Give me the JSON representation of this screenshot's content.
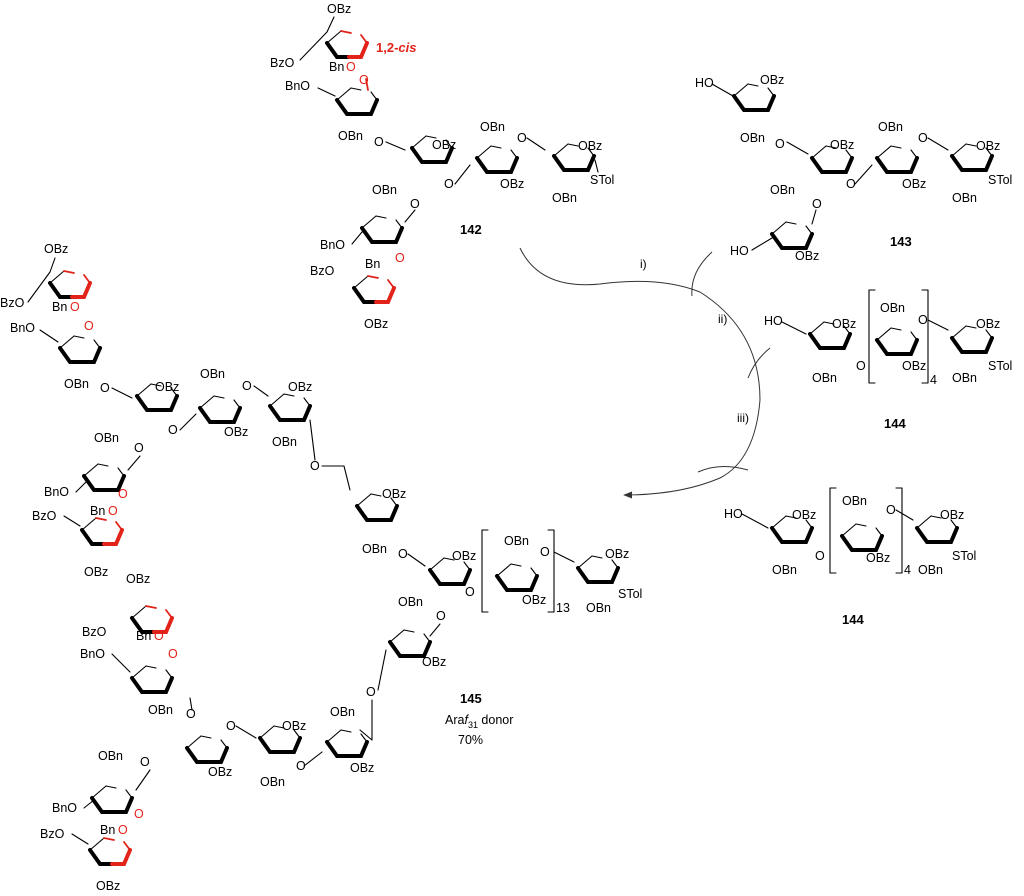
{
  "compounds": [
    {
      "id": "142",
      "label": "142"
    },
    {
      "id": "143",
      "label": "143"
    },
    {
      "id": "144a",
      "label": "144",
      "repeat": "4"
    },
    {
      "id": "144b",
      "label": "144",
      "repeat": "4"
    },
    {
      "id": "145",
      "label": "145",
      "repeat": "13",
      "name_prefix": "Ara",
      "name_italic": "f",
      "name_sub": "31",
      "name_suffix": " donor",
      "yield": "70%"
    }
  ],
  "annotation": {
    "text_plain": "1,2-",
    "text_italic": "cis"
  },
  "conditions": [
    "i)",
    "ii)",
    "iii)"
  ],
  "groups": {
    "obz": "OBz",
    "bzo": "BzO",
    "obn": "OBn",
    "bno": "BnO",
    "bn": "Bn",
    "stol": "STol",
    "ho": "HO",
    "o": "O"
  },
  "colors": {
    "highlight": "#e2231a",
    "ink": "#000000"
  }
}
